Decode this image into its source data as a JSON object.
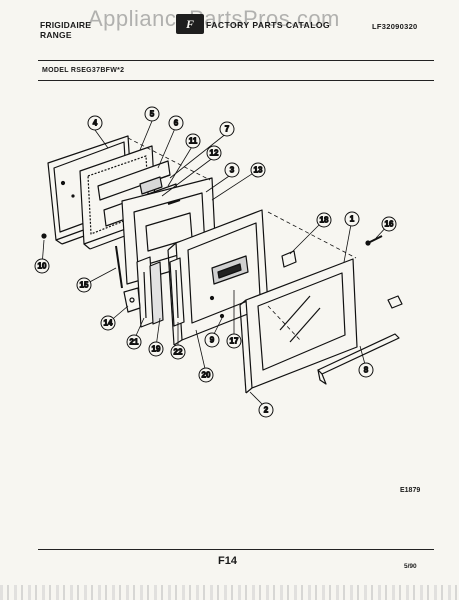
{
  "header": {
    "brand_line1": "FRIGIDAIRE",
    "brand_line2": "RANGE",
    "logo_text": "F",
    "catalog_title": "FACTORY PARTS CATALOG",
    "catalog_code": "LF32090320",
    "watermark": "AppliancePartsPros.com"
  },
  "model_line": "MODEL RSEG37BFW*2",
  "callouts": [
    "1",
    "2",
    "3",
    "4",
    "5",
    "6",
    "7",
    "8",
    "9",
    "10",
    "11",
    "12",
    "13",
    "14",
    "15",
    "16",
    "17",
    "18",
    "19",
    "20",
    "21",
    "22"
  ],
  "footer": {
    "figure_ref": "E1879",
    "page_label": "F14",
    "date": "5/90"
  }
}
